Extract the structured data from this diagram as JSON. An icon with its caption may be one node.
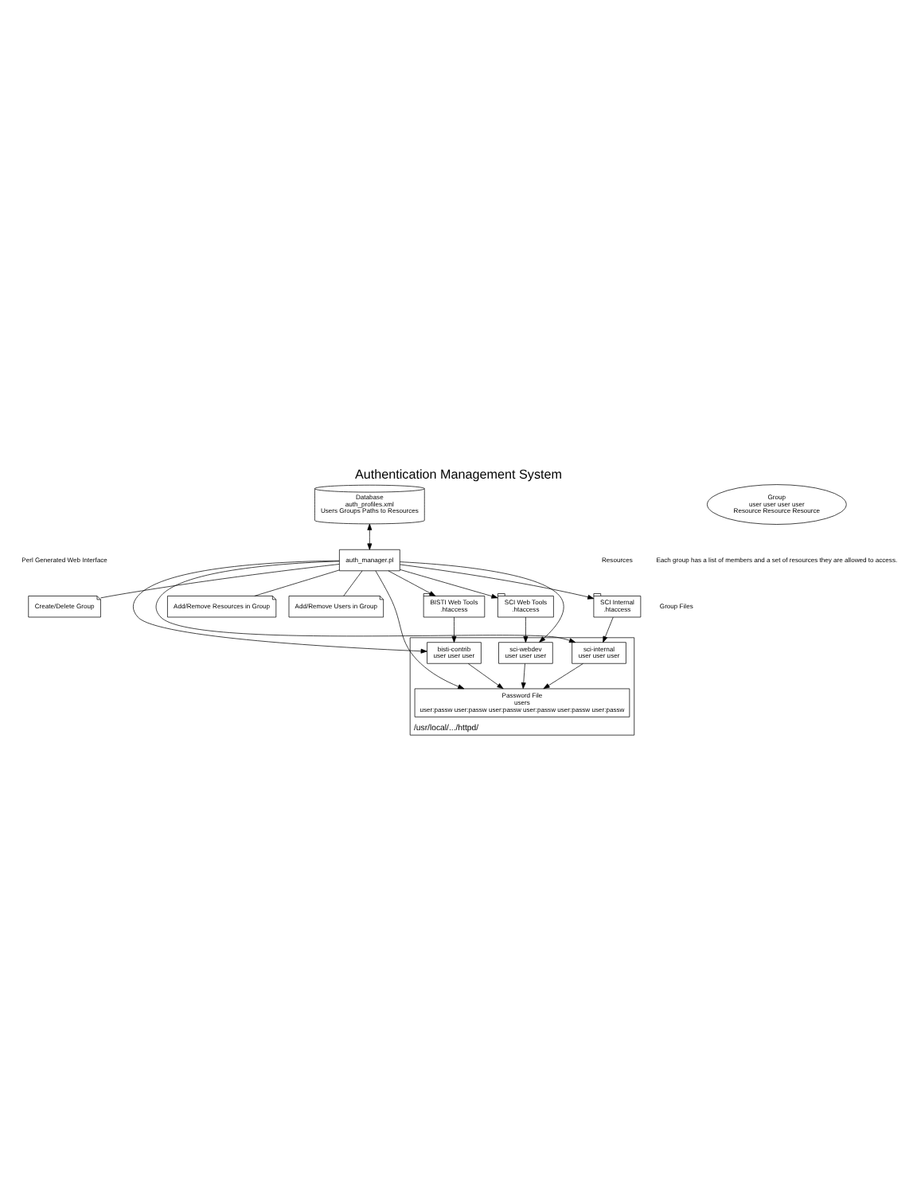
{
  "diagram": {
    "title": "Authentication Management System",
    "nodes": [
      {
        "text": [
          "Database",
          "auth_profiles.xml",
          "Users Groups Paths to Resources"
        ]
      },
      {
        "text": [
          "auth_manager.pl"
        ]
      },
      {
        "text": [
          "Create/Delete Group"
        ]
      },
      {
        "text": [
          "Add/Remove Resources in Group"
        ]
      },
      {
        "text": [
          "Add/Remove Users in Group"
        ]
      },
      {
        "text": [
          "Group",
          "user user user user",
          "Resource Resource Resource"
        ]
      },
      {
        "text": [
          "/usr/local/.../httpd/"
        ]
      },
      {
        "text": [
          "Password File",
          "users",
          "user:passw user:passw user:passw user:passw user:passw user:passw"
        ],
        "in": 6
      },
      {
        "text": [
          "sci-internal",
          "user user user"
        ],
        "in": 6
      },
      {
        "text": [
          "bisti-contrib",
          "user user user"
        ],
        "in": 6
      },
      {
        "text": [
          "sci-webdev",
          "user user user"
        ],
        "in": 6
      },
      {
        "text": [
          "SCI Internal",
          ".htaccess"
        ]
      },
      {
        "text": [
          "BISTI Web Tools",
          ".htaccess"
        ]
      },
      {
        "text": [
          "SCI Web Tools",
          ".htaccess"
        ]
      }
    ],
    "edges": [
      {
        "from": 0,
        "to": 1,
        "arrow": "both"
      },
      {
        "from": 1,
        "to": 2,
        "arrow": "none"
      },
      {
        "from": 1,
        "to": 3,
        "arrow": "none"
      },
      {
        "from": 1,
        "to": 4,
        "arrow": "none"
      },
      {
        "from": 1,
        "to": 7,
        "arrow": "to"
      },
      {
        "from": 1,
        "to": 8,
        "arrow": "to"
      },
      {
        "from": 1,
        "to": 9,
        "arrow": "to"
      },
      {
        "from": 1,
        "to": 10,
        "arrow": "to"
      },
      {
        "from": 1,
        "to": 11,
        "arrow": "to"
      },
      {
        "from": 1,
        "to": 13,
        "arrow": "to"
      },
      {
        "from": 1,
        "to": 12,
        "arrow": "to"
      },
      {
        "from": 11,
        "to": 8,
        "arrow": "to"
      },
      {
        "from": 12,
        "to": 9,
        "arrow": "to"
      },
      {
        "from": 13,
        "to": 10,
        "arrow": "to"
      },
      {
        "from": 8,
        "to": 7,
        "arrow": "to"
      },
      {
        "from": 9,
        "to": 7,
        "arrow": "to"
      },
      {
        "from": 10,
        "to": 7,
        "arrow": "to"
      }
    ],
    "labels": [
      "Perl Generated Web Interface",
      "Each group has a list of members and a set of resources they are allowed to access.",
      "Resources",
      "Group Files"
    ]
  }
}
